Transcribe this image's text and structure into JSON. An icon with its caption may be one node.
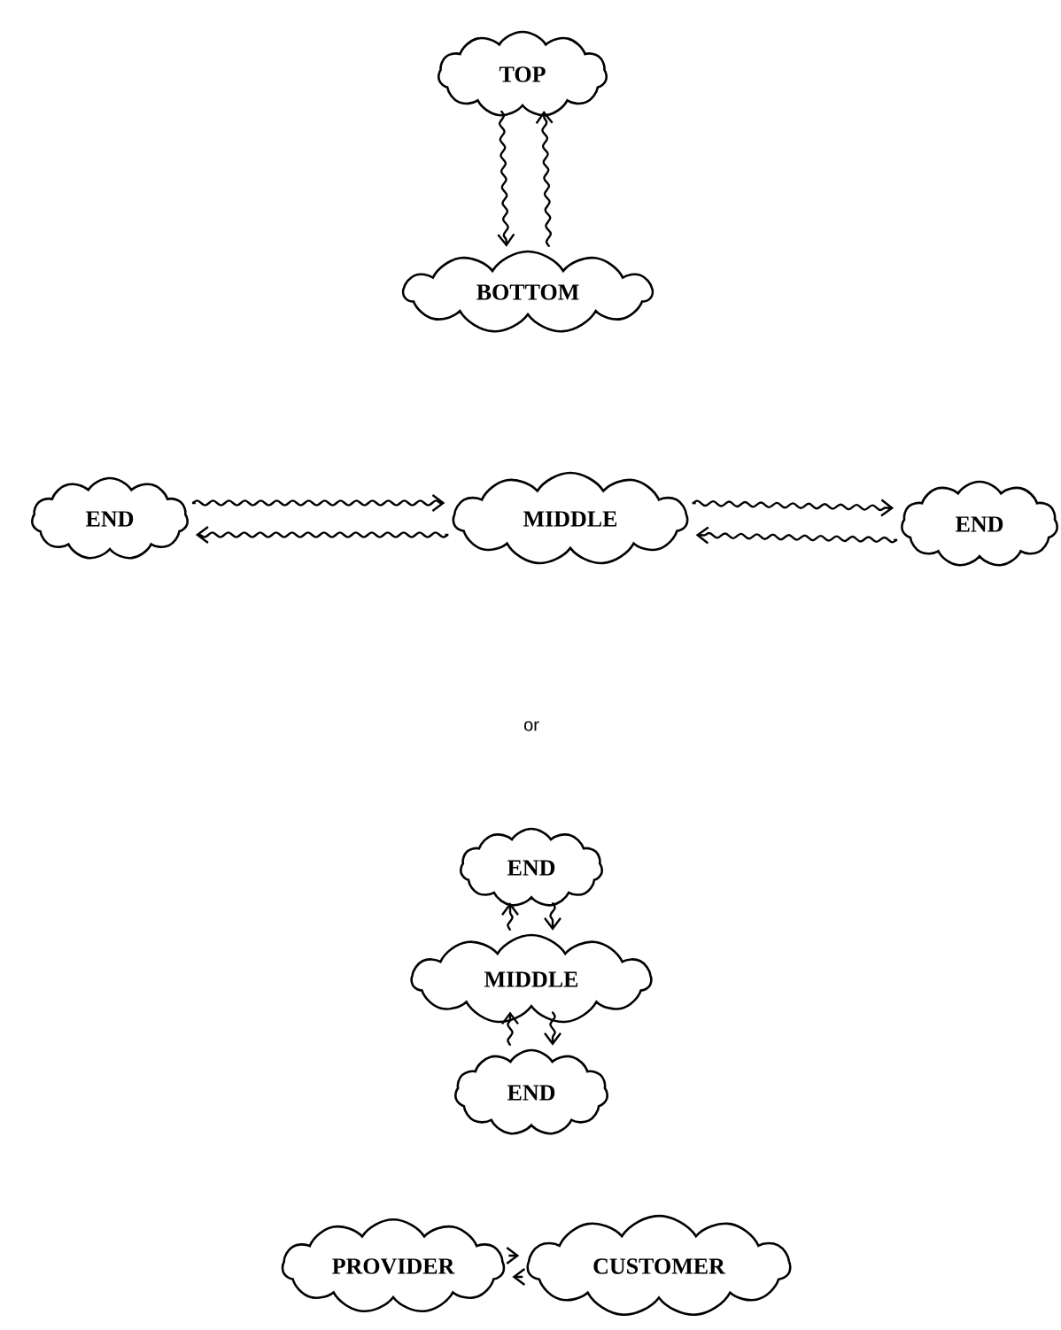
{
  "diagram": {
    "nodes": [
      {
        "text": [
          "TOP"
        ]
      },
      {
        "text": [
          "BOTTOM"
        ]
      },
      {
        "text": [
          "END"
        ]
      },
      {
        "text": [
          "MIDDLE"
        ]
      },
      {
        "text": [
          "END"
        ]
      },
      {
        "text": [
          "END"
        ]
      },
      {
        "text": [
          "MIDDLE"
        ]
      },
      {
        "text": [
          "END"
        ]
      },
      {
        "text": [
          "PROVIDER"
        ]
      },
      {
        "text": [
          "CUSTOMER"
        ]
      }
    ],
    "edges": [
      {
        "from": 0,
        "to": 1,
        "arrow": "to"
      },
      {
        "from": 1,
        "to": 0,
        "arrow": "to"
      },
      {
        "from": 2,
        "to": 3,
        "arrow": "to"
      },
      {
        "from": 3,
        "to": 2,
        "arrow": "to"
      },
      {
        "from": 3,
        "to": 4,
        "arrow": "to"
      },
      {
        "from": 4,
        "to": 3,
        "arrow": "to"
      },
      {
        "from": 6,
        "to": 5,
        "arrow": "to"
      },
      {
        "from": 5,
        "to": 6,
        "arrow": "to"
      },
      {
        "from": 7,
        "to": 6,
        "arrow": "to"
      },
      {
        "from": 6,
        "to": 7,
        "arrow": "to"
      },
      {
        "from": 8,
        "to": 9,
        "arrow": "to"
      },
      {
        "from": 9,
        "to": 8,
        "arrow": "to"
      }
    ],
    "labels": [
      "or"
    ]
  }
}
